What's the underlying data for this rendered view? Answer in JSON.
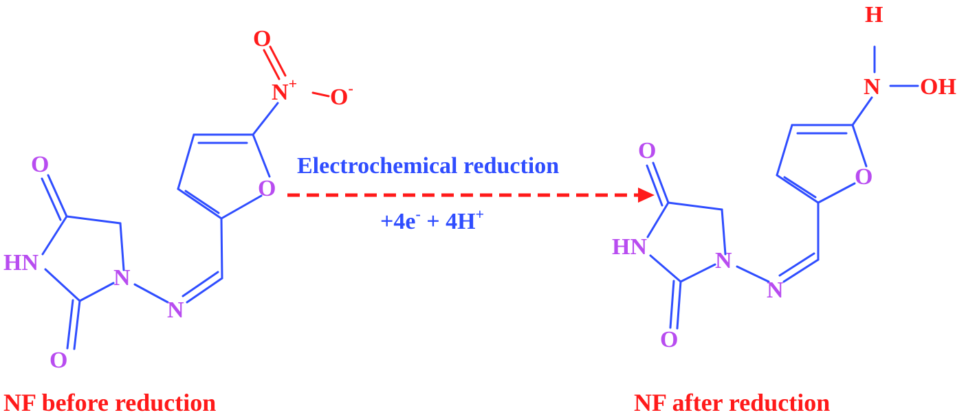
{
  "reaction": {
    "conditions_line1": "Electrochemical reduction",
    "conditions_line2_pre": "+4e",
    "conditions_line2_sup1": "-",
    "conditions_line2_mid": " + 4H",
    "conditions_line2_sup2": "+"
  },
  "reactant": {
    "caption": "NF before reduction",
    "atoms": {
      "carbonyl_o_top": "O",
      "nh": "HN",
      "n_ring": "N",
      "n_imine": "N",
      "carbonyl_o_bottom": "O",
      "furan_o": "O",
      "nitro_o_top": "O",
      "nitro_n": "N",
      "nitro_n_charge": "+",
      "nitro_o_right": "O",
      "nitro_o_charge": "-"
    }
  },
  "product": {
    "caption": "NF after reduction",
    "atoms": {
      "carbonyl_o_top": "O",
      "nh": "HN",
      "n_ring": "N",
      "n_imine": "N",
      "carbonyl_o_bottom": "O",
      "furan_o": "O",
      "hydroxylamine_h": "H",
      "hydroxylamine_n": "N",
      "hydroxylamine_oh": "OH"
    }
  },
  "colors": {
    "bond": "#2f4dff",
    "heteroatom_ring": "#b84cf0",
    "functional_group": "#ff1a1a",
    "arrow": "#ff1a1a",
    "caption": "#ff1a1a"
  }
}
